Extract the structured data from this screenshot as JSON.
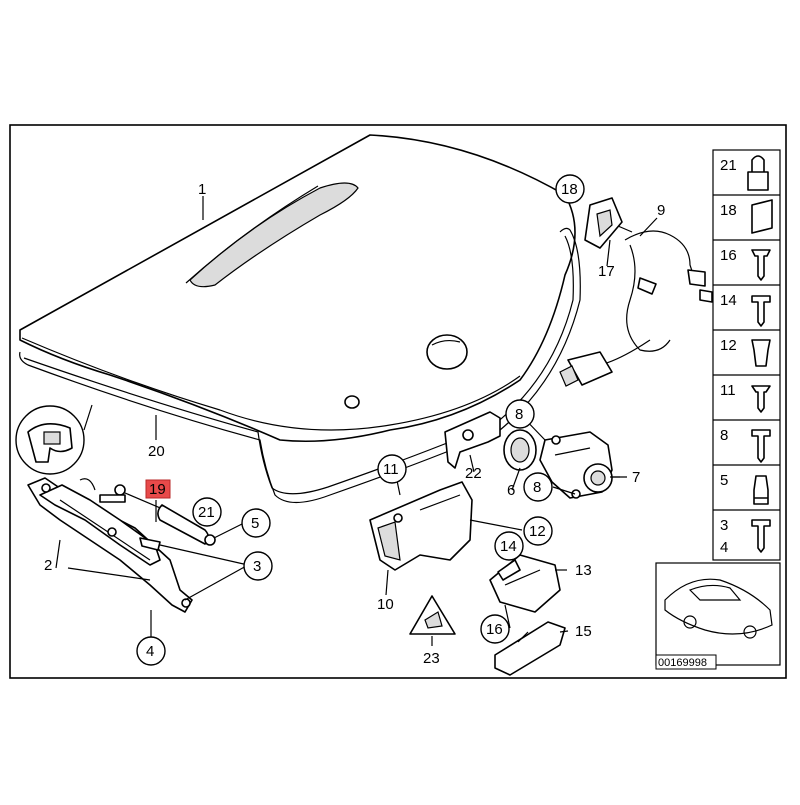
{
  "diagram": {
    "callouts": {
      "c1": "1",
      "c2": "2",
      "c3": "3",
      "c4": "4",
      "c5": "5",
      "c6": "6",
      "c7": "7",
      "c8a": "8",
      "c8b": "8",
      "c9": "9",
      "c10": "10",
      "c11": "11",
      "c12": "12",
      "c13": "13",
      "c14": "14",
      "c15": "15",
      "c16": "16",
      "c17": "17",
      "c18": "18",
      "c19": "19",
      "c20": "20",
      "c21": "21",
      "c22": "22",
      "c23": "23"
    },
    "legend": {
      "items": [
        "21",
        "18",
        "16",
        "14",
        "12",
        "11",
        "8",
        "5",
        "3",
        "4"
      ]
    },
    "code": "00169998",
    "highlight_color": "#e84a4a"
  }
}
